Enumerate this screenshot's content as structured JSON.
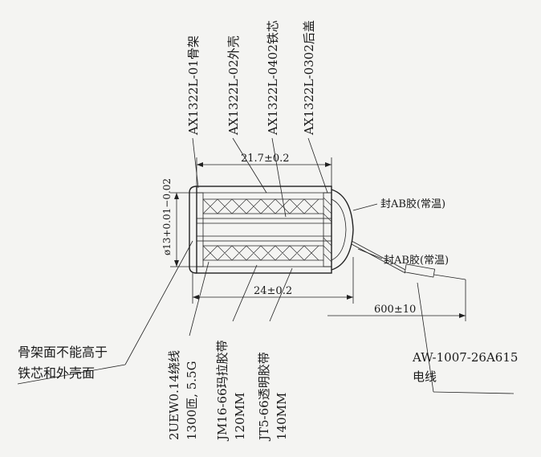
{
  "parts": {
    "bobbin": "AX1322L-01骨架",
    "shell": "AX1322L-02外壳",
    "core": "AX1322L-0402铁芯",
    "rear_cover": "AX1322L-0302后盖"
  },
  "dimensions": {
    "length_top": "21.7±0.2",
    "diameter": "ø13+0.01−0.02",
    "length_bottom": "24±0.2",
    "lead_length": "600±10"
  },
  "seals": {
    "seal_upper": "封AB胶(常温)",
    "seal_lower": "封AB胶(常温)"
  },
  "wire": {
    "line1": "AW-1007-26A615",
    "line2": "电线"
  },
  "bobbin_note": {
    "line1": "骨架面不能高于",
    "line2": "铁芯和外壳面"
  },
  "coil_spec": {
    "line1": "2UEW0.14绕线",
    "line2": "1300匝, 5.5G"
  },
  "tape_spec_1": {
    "line1": "JM16-66玛拉胶带",
    "line2": "120MM"
  },
  "tape_spec_2": {
    "line1": "JT5-66透明胶带",
    "line2": "140MM"
  }
}
